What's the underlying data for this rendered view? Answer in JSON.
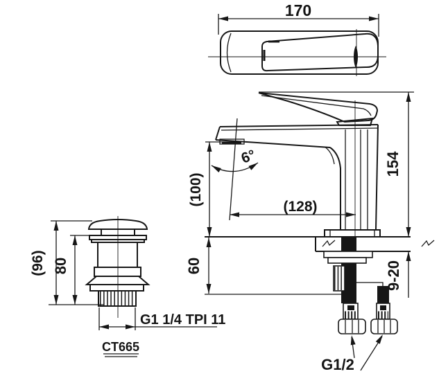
{
  "labels": {
    "top_width": "170",
    "overall_height": "154",
    "spout_height": "(100)",
    "spout_reach": "(128)",
    "spout_angle": "6°",
    "shank_length": "60",
    "deck_thickness": "9-20",
    "drain_overall_height": "(96)",
    "drain_body_height": "80",
    "drain_thread": "G1 1/4 TPI 11",
    "model_code": "CT665",
    "supply_thread": "G1/2"
  },
  "colors": {
    "line": "#161616",
    "background": "#ffffff"
  }
}
